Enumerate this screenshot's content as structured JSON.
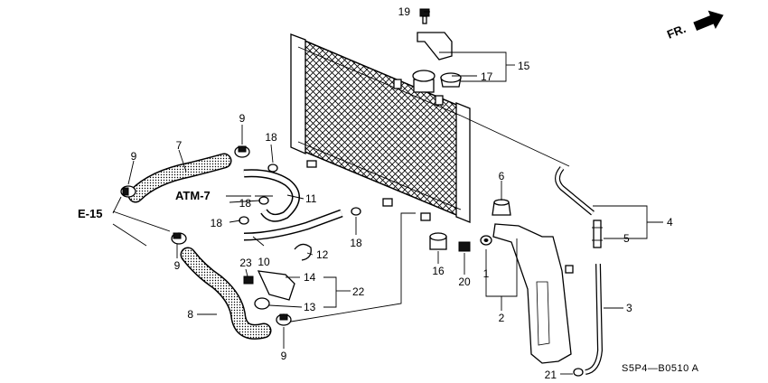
{
  "orientation": {
    "label": "FR."
  },
  "references": {
    "e15": "E-15",
    "atm7": "ATM-7"
  },
  "callouts": {
    "c1": "1",
    "c2": "2",
    "c3": "3",
    "c4": "4",
    "c5": "5",
    "c6": "6",
    "c7": "7",
    "c8": "8",
    "c9a": "9",
    "c9b": "9",
    "c9c": "9",
    "c9d": "9",
    "c10": "10",
    "c11": "11",
    "c12": "12",
    "c13": "13",
    "c14": "14",
    "c15": "15",
    "c16": "16",
    "c17": "17",
    "c18a": "18",
    "c18b": "18",
    "c18c": "18",
    "c18d": "18",
    "c19": "19",
    "c20": "20",
    "c21": "21",
    "c22": "22",
    "c23": "23"
  },
  "footer": {
    "code": "S5P4—B0510 A"
  }
}
